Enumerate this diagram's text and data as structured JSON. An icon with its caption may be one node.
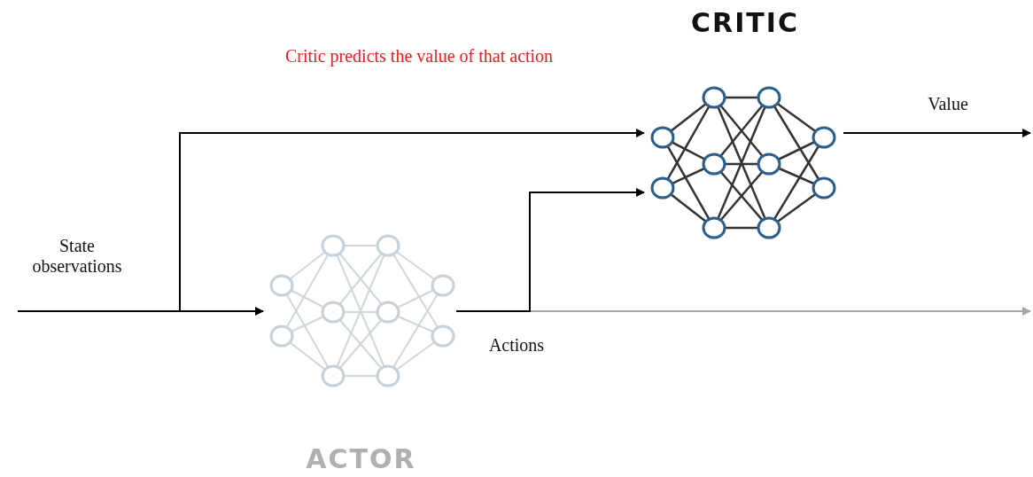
{
  "diagram": {
    "nodes": [
      {
        "text": [
          "ACTOR"
        ]
      },
      {
        "text": [
          "CRITIC"
        ]
      }
    ],
    "edges": [
      {
        "from": null,
        "to": 0,
        "arrow": "to",
        "label": "State observations"
      },
      {
        "from": null,
        "to": 1,
        "arrow": "to"
      },
      {
        "from": 0,
        "to": 1,
        "arrow": "to",
        "label": "Actions"
      },
      {
        "from": 0,
        "to": null,
        "arrow": "to",
        "color": "#a6a6a6"
      },
      {
        "from": 1,
        "to": null,
        "arrow": "to",
        "label": "Value"
      }
    ],
    "labels": [
      "Critic predicts the value of that action"
    ]
  }
}
